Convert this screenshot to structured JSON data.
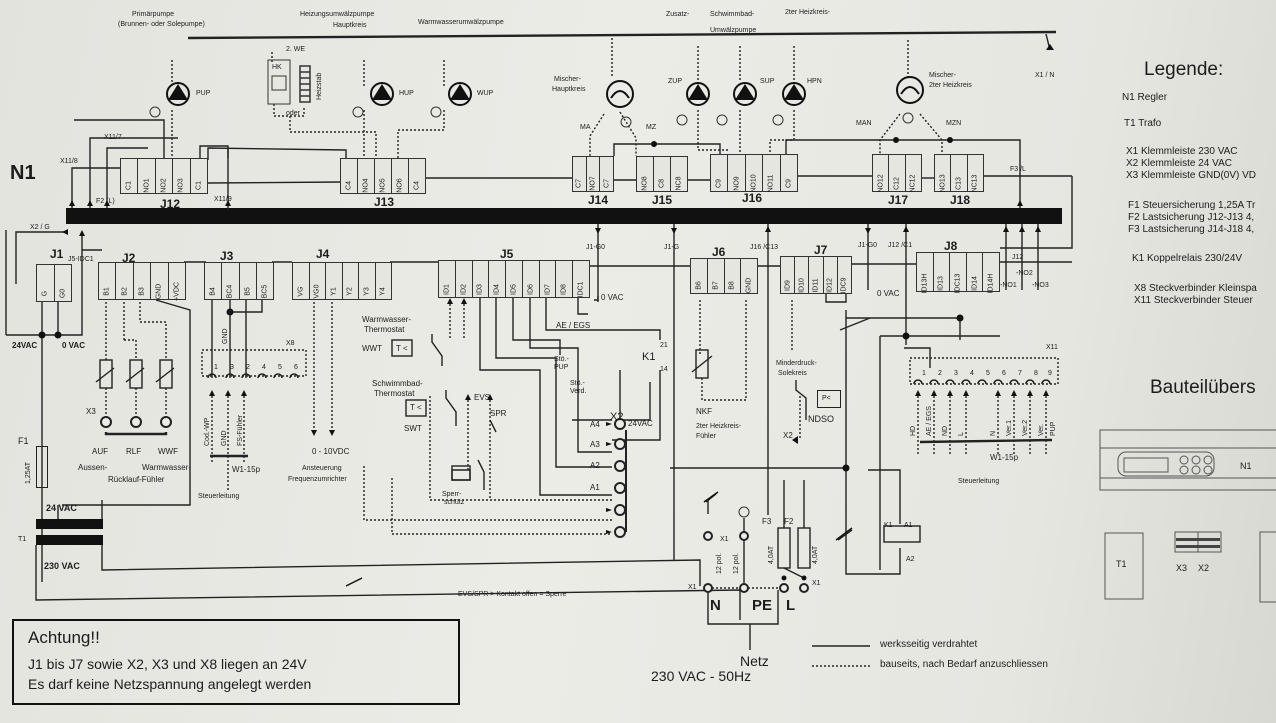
{
  "top_labels": {
    "primaerpumpe_1": "Primärpumpe",
    "primaerpumpe_2": "(Brunnen- oder Solepumpe)",
    "heizung_1": "Heizungsumwälzpumpe",
    "heizung_2": "Hauptkreis",
    "warmwasser": "Warmwasserumwälzpumpe",
    "zusatz": "Zusatz-",
    "schwimmbad": "Schwimmbad-",
    "umwaelz": "Umwälzpumpe",
    "heizkreis2": "2ter Heizkreis-",
    "x1n": "X1 / N"
  },
  "pumps": [
    {
      "id": "PUP"
    },
    {
      "id": "HUP"
    },
    {
      "id": "WUP"
    },
    {
      "id": "ZUP"
    },
    {
      "id": "SUP"
    },
    {
      "id": "HPN"
    }
  ],
  "mixers": {
    "main_1": "Mischer-",
    "main_2": "Hauptkreis",
    "second_1": "Mischer-",
    "second_2": "2ter Heizkreis",
    "ma": "MA",
    "mz": "MZ",
    "man": "MAN",
    "mzn": "MZN"
  },
  "second_heater": {
    "label": "2. WE",
    "hk": "HK",
    "oder": "oder",
    "heizstab": "Heizstab"
  },
  "controller": {
    "n1": "N1",
    "x11_8": "X11/8",
    "x11_7": "X11/7",
    "f2l": "F2 (L)",
    "x11_9": "X11/9",
    "x2g": "X2 / G",
    "j5idc1": "J5-IDC1",
    "f3l": "F3 /L",
    "j1g0a": "J1-G0",
    "j1g": "J1-G",
    "j16c13": "J16 /C13",
    "j1g0b": "J1-G0",
    "j12c1": "J12 /C1",
    "j12": "J12",
    "no1": "-NO1",
    "no2": "-NO2",
    "no3": "-NO3"
  },
  "connectors_top": [
    {
      "name": "J12",
      "pins": [
        "C1",
        "NO1",
        "NO2",
        "NO3",
        "C1"
      ]
    },
    {
      "name": "J13",
      "pins": [
        "C4",
        "NO4",
        "NO5",
        "NO6",
        "C4"
      ]
    },
    {
      "name": "J14",
      "pins": [
        "C7",
        "NO7",
        "C7"
      ]
    },
    {
      "name": "J15",
      "pins": [
        "NO8",
        "C8",
        "NC8"
      ]
    },
    {
      "name": "J16",
      "pins": [
        "C9",
        "NO9",
        "NO10",
        "NO11",
        "C9"
      ]
    },
    {
      "name": "J17",
      "pins": [
        "NO12",
        "C12",
        "NC12"
      ]
    },
    {
      "name": "J18",
      "pins": [
        "NO13",
        "C13",
        "NC13"
      ]
    }
  ],
  "connectors_bottom": [
    {
      "name": "J1",
      "pins": [
        "G",
        "G0"
      ]
    },
    {
      "name": "J2",
      "pins": [
        "B1",
        "B2",
        "B3",
        "GND",
        "+VDC"
      ]
    },
    {
      "name": "J3",
      "pins": [
        "B4",
        "BC4",
        "B5",
        "BC5"
      ]
    },
    {
      "name": "J4",
      "pins": [
        "VG",
        "VG0",
        "Y1",
        "Y2",
        "Y3",
        "Y4"
      ]
    },
    {
      "name": "J5",
      "pins": [
        "ID1",
        "ID2",
        "ID3",
        "ID4",
        "ID5",
        "ID6",
        "ID7",
        "ID8",
        "IDC1"
      ]
    },
    {
      "name": "J6",
      "pins": [
        "B6",
        "B7",
        "B8",
        "GND"
      ]
    },
    {
      "name": "J7",
      "pins": [
        "ID9",
        "ID10",
        "ID11",
        "ID12",
        "IDC9"
      ]
    },
    {
      "name": "J8",
      "pins": [
        "ID13H",
        "ID13",
        "IDC13",
        "ID14",
        "ID14H"
      ]
    }
  ],
  "lower_left": {
    "vac24": "24VAC",
    "vac0": "0 VAC",
    "x3": "X3",
    "auf": "AUF",
    "rlf": "RLF",
    "wwf": "WWF",
    "aussen": "Aussen-",
    "warmwasser": "Warmwasser-",
    "ruecklauf": "Rücklauf-Fühler",
    "x8": "X8",
    "x8_pins": [
      "1",
      "3",
      "2",
      "4",
      "5",
      "6"
    ],
    "cod": "Cod.-WP",
    "gnd": "GND",
    "fs": "FS-Fühler",
    "gnd2": "GND",
    "w1": "W1-15p",
    "steuer": "Steuerleitung",
    "vdc": "0 - 10VDC",
    "ansteuer_1": "Ansteuerung",
    "ansteuer_2": "Frequenzumrichter",
    "f1": "F1",
    "f1_val": "1,25AT",
    "v24": "24 VAC",
    "t1": "T1",
    "v230": "230 VAC"
  },
  "mid": {
    "vac0a": "0 VAC",
    "vac0b": "0 VAC",
    "ww_1": "Warmwasser-",
    "ww_2": "Thermostat",
    "wwt": "WWT",
    "tlt": "T <",
    "sb_1": "Schwimmbad-",
    "sb_2": "Thermostat",
    "swt": "SWT",
    "tlt2": "T <",
    "evs": "EVS",
    "spr": "SPR",
    "sperr_1": "Sperr-",
    "sperr_2": "schütz",
    "aeegs": "AE / EGS",
    "k1": "K1",
    "k1_21": "21",
    "k1_14": "14",
    "stpup_1": "Stö.-",
    "stpup_2": "PUP",
    "stverd_1": "Stö.-",
    "stverd_2": "Verd.",
    "x2": "X2",
    "v24ac": "24VAC",
    "a4": "A4",
    "a3": "A3",
    "a2": "A2",
    "a1": "A1",
    "nkf": "NKF",
    "nkf_1": "2ter Heizkreis-",
    "nkf_2": "Fühler",
    "mind_1": "Minderdruck-",
    "mind_2": "Solekreis",
    "pk": "P<",
    "ndso": "NDSO",
    "x2b": "X2",
    "evs_note": "EVS/SPR > Kontakt offen = Sperre"
  },
  "x11": {
    "label": "X11",
    "pins": [
      "1",
      "2",
      "3",
      "4",
      "5",
      "6",
      "7",
      "8",
      "9"
    ],
    "signals": [
      "HD",
      "AE / EGS",
      "ND",
      "L",
      "N",
      "Ver.1",
      "Ver.2",
      "Ver.",
      "PUP"
    ],
    "w1": "W1-15p",
    "steuer": "Steuerleitung"
  },
  "power": {
    "x1a": "X1",
    "x1b": "X1",
    "x1c": "X1",
    "pol_1": "12 pol.",
    "pol_2": "12 pol.",
    "f3": "F3",
    "f2": "F2",
    "f3_val": "4,0AT",
    "f2_val": "4,0AT",
    "n": "N",
    "pe": "PE",
    "l": "L",
    "netz": "Netz",
    "netz_v": "230 VAC - 50Hz",
    "k1": "K1",
    "a1": "A1",
    "a2": "A2"
  },
  "line_legend": {
    "solid": "werksseitig verdrahtet",
    "dotted": "bauseits, nach Bedarf anzuschliessen"
  },
  "warning": {
    "title": "Achtung!!",
    "line1": "J1 bis J7 sowie X2, X3 und X8 liegen an 24V",
    "line2": "Es darf keine Netzspannung angelegt werden"
  },
  "legend": {
    "title": "Legende:",
    "items": [
      "N1 Regler",
      "T1 Trafo",
      "X1 Klemmleiste 230 VAC",
      "X2 Klemmleiste 24 VAC",
      "X3 Klemmleiste GND(0V) VD",
      "F1 Steuersicherung 1,25A Tr",
      "F2 Lastsicherung J12-J13 4,",
      "F3 Lastsicherung J14-J18 4,",
      "K1 Koppelrelais 230/24V",
      "X8 Steckverbinder Kleinspa",
      "X11 Steckverbinder Steuer"
    ]
  },
  "bauteil": {
    "title": "Bauteilübers",
    "n1": "N1",
    "t1": "T1",
    "x3": "X3",
    "x2": "X2"
  }
}
